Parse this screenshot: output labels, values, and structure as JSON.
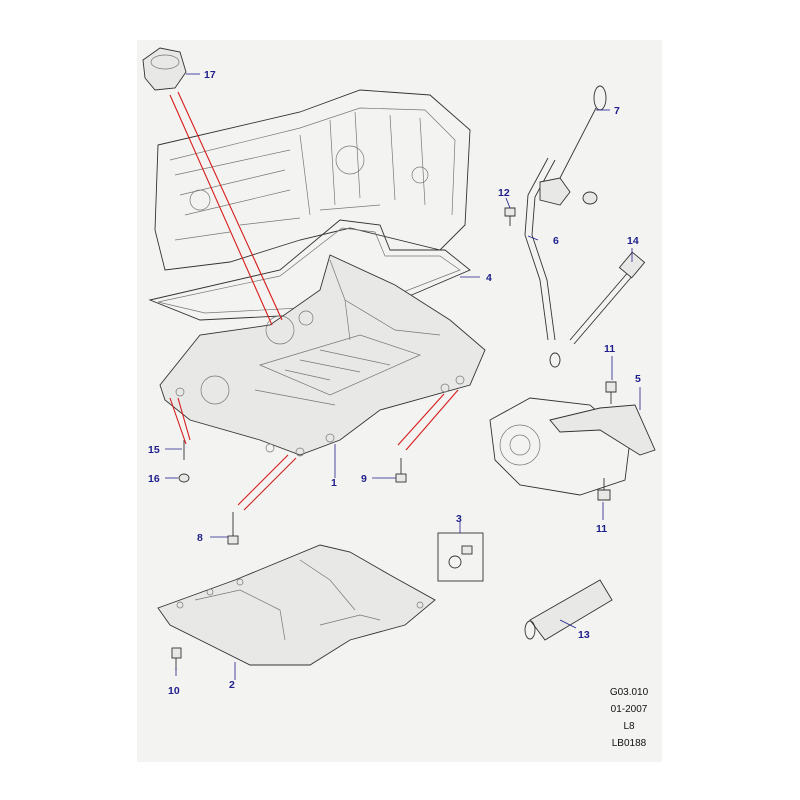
{
  "diagram": {
    "callouts": [
      {
        "id": "c1",
        "label": "1"
      },
      {
        "id": "c2",
        "label": "2"
      },
      {
        "id": "c3",
        "label": "3"
      },
      {
        "id": "c4",
        "label": "4"
      },
      {
        "id": "c5",
        "label": "5"
      },
      {
        "id": "c6",
        "label": "6"
      },
      {
        "id": "c7",
        "label": "7"
      },
      {
        "id": "c8",
        "label": "8"
      },
      {
        "id": "c9",
        "label": "9"
      },
      {
        "id": "c10",
        "label": "10"
      },
      {
        "id": "c11a",
        "label": "11"
      },
      {
        "id": "c11b",
        "label": "11"
      },
      {
        "id": "c12",
        "label": "12"
      },
      {
        "id": "c13",
        "label": "13"
      },
      {
        "id": "c14",
        "label": "14"
      },
      {
        "id": "c15",
        "label": "15"
      },
      {
        "id": "c16",
        "label": "16"
      },
      {
        "id": "c17",
        "label": "17"
      }
    ],
    "meta": {
      "ref": "G03.010",
      "date": "01-2007",
      "model": "L8",
      "drawing": "LB0188"
    },
    "colors": {
      "callout": "#1e1e8c",
      "highlight": "#d81c1c",
      "background": "#f3f3f1"
    }
  }
}
